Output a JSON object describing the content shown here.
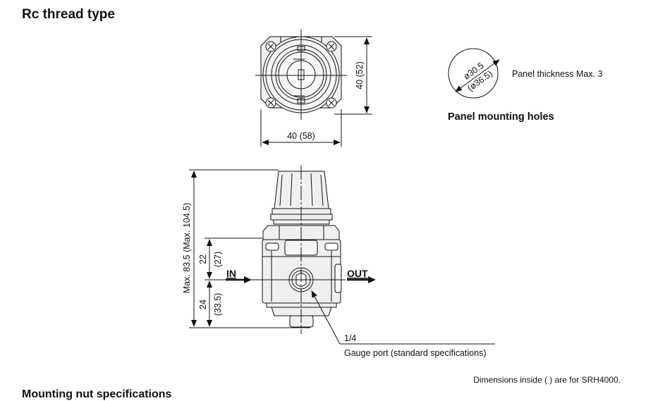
{
  "page": {
    "title": "Rc thread type",
    "footnote": "Dimensions inside ( ) are for SRH4000.",
    "next_section_heading": "Mounting nut specifications"
  },
  "top_view": {
    "width_dim": "40 (58)",
    "height_dim": "40 (52)"
  },
  "panel_holes": {
    "diameter_main": "ø30.5",
    "diameter_alt": "(ø36.5)",
    "thickness_note": "Panel thickness Max. 3",
    "caption": "Panel mounting holes"
  },
  "front_view": {
    "overall_height": "Max. 83.5 (Max. 104.5)",
    "upper_dim": "22",
    "upper_dim_alt": "(27)",
    "lower_dim": "24",
    "lower_dim_alt": "(33.5)",
    "inlet_label": "IN",
    "outlet_label": "OUT",
    "gauge_port_size": "1/4",
    "gauge_port_label": "Gauge port (standard specifications)"
  },
  "colors": {
    "line": "#111111",
    "fill": "#efefef"
  }
}
